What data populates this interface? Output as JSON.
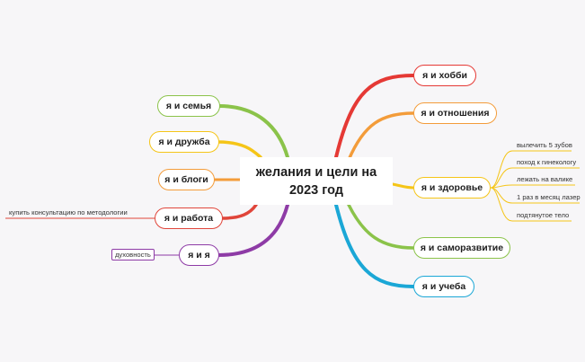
{
  "center": {
    "line1": "желания и цели на",
    "line2": "2023 год"
  },
  "left": [
    {
      "label": "я и семья",
      "color": "#8bc34a"
    },
    {
      "label": "я и дружба",
      "color": "#f5c518"
    },
    {
      "label": "я и блоги",
      "color": "#f39c3a"
    },
    {
      "label": "я и работа",
      "color": "#e0453a",
      "subtopics": [
        "купить консультацию по методологии"
      ]
    },
    {
      "label": "я и я",
      "color": "#8e3ba6",
      "subtopics": [
        "духовность"
      ]
    }
  ],
  "right": [
    {
      "label": "я и хобби",
      "color": "#e53935"
    },
    {
      "label": "я и отношения",
      "color": "#f39c3a"
    },
    {
      "label": "я и здоровье",
      "color": "#f5c518",
      "subtopics": [
        "вылечить 5 зубов",
        "поход к гинекологу",
        "лежать на валике",
        "1 раз в месяц лазер",
        "подтянутое тело"
      ]
    },
    {
      "label": "я и саморазвитие",
      "color": "#8bc34a"
    },
    {
      "label": "я и учеба",
      "color": "#1ba7d6"
    }
  ]
}
